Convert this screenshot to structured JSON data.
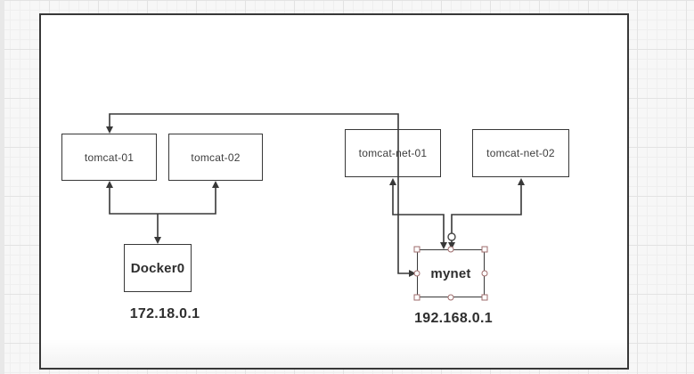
{
  "colors": {
    "page_bg": "#f7f7f7",
    "grid_minor": "#efefef",
    "grid_major": "#e3e3e3",
    "canvas_fill": "#ffffff",
    "stroke": "#383838",
    "node_text": "#3d3d3d",
    "bold_text": "#2e2e2e",
    "handle_stroke": "#9e6b6b",
    "handle_fill": "#ffffff",
    "endpoint_stroke": "#474747"
  },
  "diagram": {
    "nodes": [
      {
        "id": "tomcat-01",
        "label": "tomcat-01"
      },
      {
        "id": "tomcat-02",
        "label": "tomcat-02"
      },
      {
        "id": "tomcat-net-01",
        "label": "tomcat-net-01"
      },
      {
        "id": "tomcat-net-02",
        "label": "tomcat-net-02"
      },
      {
        "id": "docker0",
        "label": "Docker0"
      },
      {
        "id": "mynet",
        "label": "mynet"
      }
    ],
    "ip_labels": [
      {
        "text": "172.18.0.1"
      },
      {
        "text": "192.168.0.1"
      }
    ],
    "edges": [
      {
        "endpoints": [
          "tomcat-01",
          "mynet"
        ],
        "arrows": "both"
      },
      {
        "endpoints": [
          "tomcat-net-01",
          "mynet"
        ],
        "arrows": "both"
      },
      {
        "endpoints": [
          "tomcat-net-02",
          "mynet"
        ],
        "arrows": "both"
      },
      {
        "endpoints": [
          "tomcat-01",
          "Docker0"
        ],
        "arrows": "both"
      },
      {
        "endpoints": [
          "tomcat-02",
          "Docker0"
        ],
        "arrows": "both"
      }
    ],
    "selection": {
      "selected_node": "mynet",
      "handle_count": 8
    }
  }
}
